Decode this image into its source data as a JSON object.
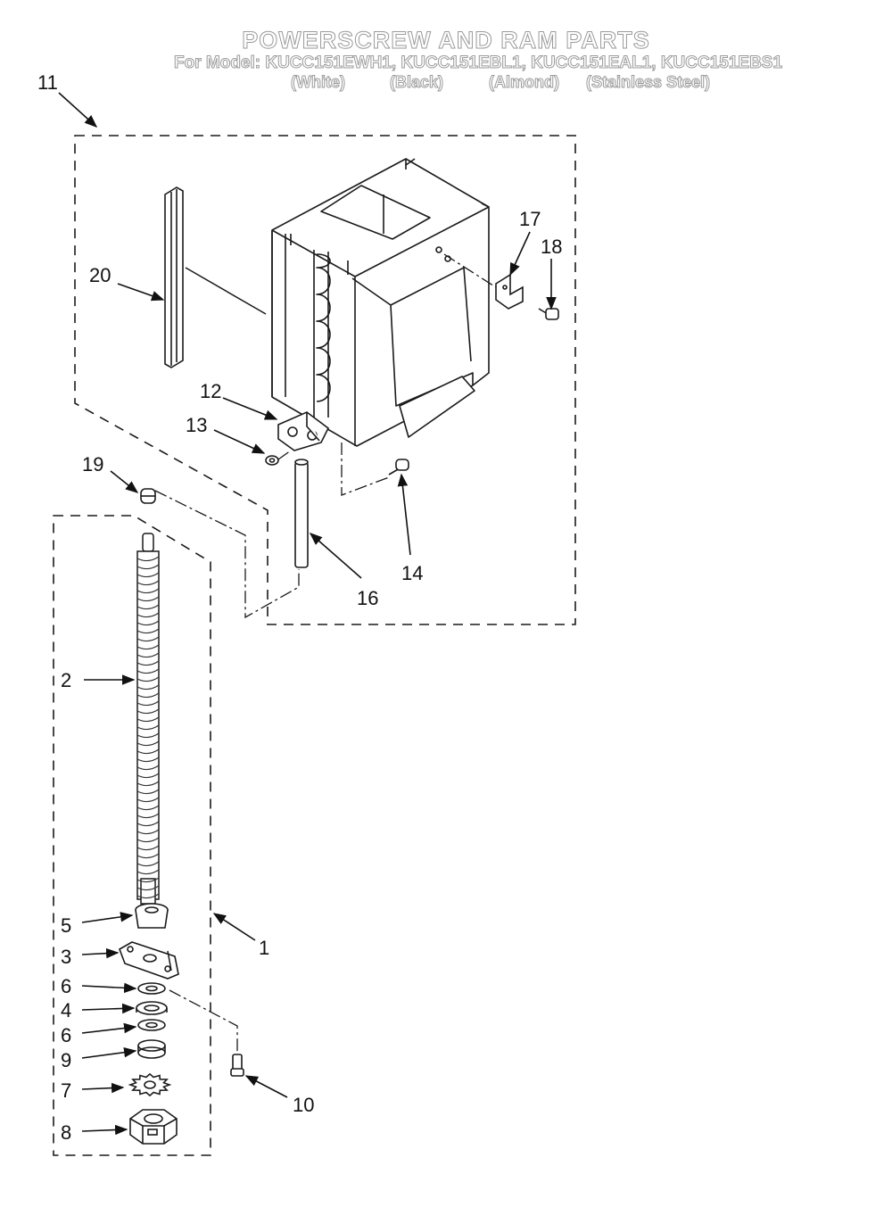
{
  "header": {
    "title": "POWERSCREW AND RAM PARTS",
    "model_line": "For Model: KUCC151EWH1, KUCC151EBL1, KUCC151EAL1, KUCC151EBS1",
    "variants": [
      "(White)",
      "(Black)",
      "(Almond)",
      "(Stainless Steel)"
    ]
  },
  "callouts": {
    "c1": "1",
    "c2": "2",
    "c3": "3",
    "c4": "4",
    "c5": "5",
    "c6a": "6",
    "c6b": "6",
    "c7": "7",
    "c8": "8",
    "c9": "9",
    "c10": "10",
    "c11": "11",
    "c12": "12",
    "c13": "13",
    "c14": "14",
    "c16": "16",
    "c17": "17",
    "c18": "18",
    "c19": "19",
    "c20": "20"
  },
  "colors": {
    "line": "#1a1a1a",
    "header_stroke": "#9a9a9a"
  }
}
